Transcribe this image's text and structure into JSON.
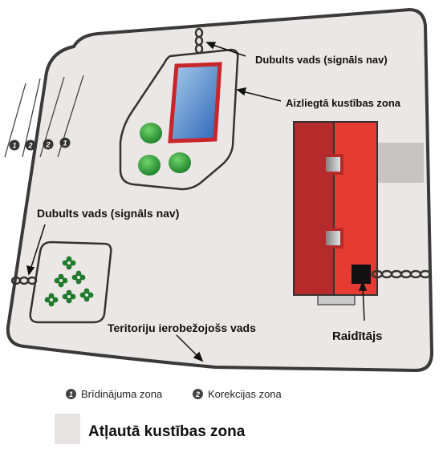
{
  "labels": {
    "double_wire_top": "Dubults vads (signāls nav)",
    "forbidden_zone": "Aizliegtā kustības zona",
    "double_wire_left": "Dubults vads (signāls nav)",
    "boundary_wire": "Teritoriju ierobežojošs vads",
    "transmitter": "Raidītājs"
  },
  "zone_numbers": [
    "1",
    "2",
    "2",
    "1"
  ],
  "legend": {
    "warning_number": "1",
    "warning_zone": "Brīdinājuma zona",
    "correction_number": "2",
    "correction_zone": "Korekcijas zona",
    "allowed_zone": "Atļautā kustības zona"
  },
  "colors": {
    "territory": "#ece7e7",
    "wire": "#333333",
    "house_dark": "#b52a2a",
    "house_light": "#e53b33",
    "pool_blue": "#3a78c8",
    "tree_green": "#2e9a3a",
    "flower_green": "#1f7a2c"
  }
}
